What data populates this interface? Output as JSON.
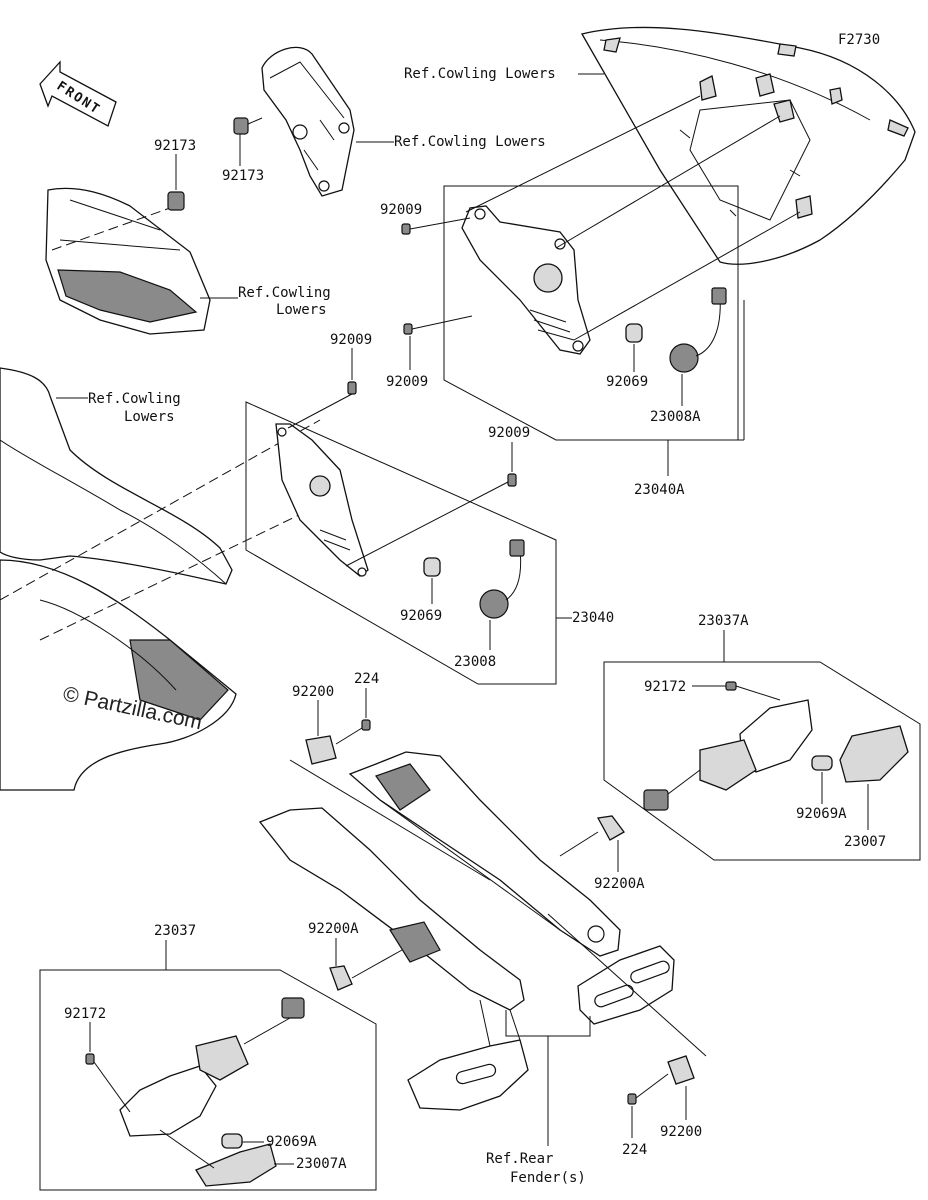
{
  "figure_code": "F2730",
  "front_arrow_label": "FRONT",
  "watermark": "© Partzilla.com",
  "ref_labels": {
    "cowling_top": "Ref.Cowling Lowers",
    "cowling_bracket": "Ref.Cowling Lowers",
    "cowling_left_1": "Ref.Cowling",
    "cowling_left_2": "Lowers",
    "cowling_mid_1": "Ref.Cowling",
    "cowling_mid_2": "Lowers",
    "rear_fender_1": "Ref.Rear",
    "rear_fender_2": "Fender(s)"
  },
  "part_numbers": {
    "p92173_left": "92173",
    "p92173_mid": "92173",
    "p92009_a": "92009",
    "p92009_b": "92009",
    "p92009_c": "92009",
    "p92009_d": "92009",
    "p92069_right": "92069",
    "p23008A": "23008A",
    "p23040A": "23040A",
    "p92069_mid": "92069",
    "p23008": "23008",
    "p23040": "23040",
    "p23037A": "23037A",
    "p92172_right": "92172",
    "p92069A_right": "92069A",
    "p23007": "23007",
    "p92200A_right": "92200A",
    "p92200_top": "92200",
    "p224_top": "224",
    "p92200A_mid": "92200A",
    "p23037": "23037",
    "p92172_left": "92172",
    "p92069A_left": "92069A",
    "p23007A": "23007A",
    "p224_bottom": "224",
    "p92200_bottom": "92200"
  }
}
